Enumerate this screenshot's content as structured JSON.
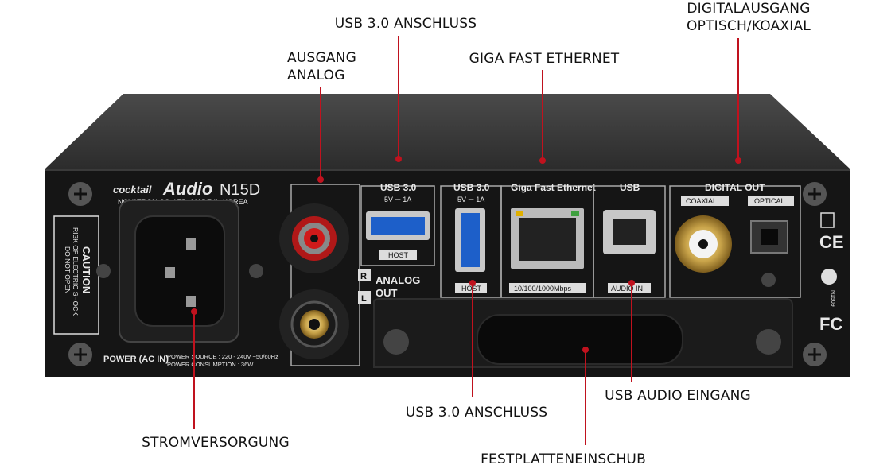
{
  "device": {
    "brand_small": "cocktail",
    "brand_main": "Audio",
    "model": "N15D",
    "maker": "NOVATRON CO.,LTD.  MADE IN KOREA",
    "caution_title": "CAUTION",
    "caution_text_1": "RISK OF ELECTRIC SHOCK",
    "caution_text_2": "DO NOT OPEN",
    "power_label": "POWER (AC IN)",
    "power_source": "POWER SOURCE : 220 - 240V ~50/60Hz",
    "power_consumption": "POWER CONSUMPTION : 36W",
    "usb30_a_title": "USB 3.0",
    "usb30_a_spec": "5V ⎓ 1A",
    "usb30_a_host": "HOST",
    "usb30_b_title": "USB 3.0",
    "usb30_b_spec": "5V ⎓ 1A",
    "usb30_b_host": "HOST",
    "ethernet_title": "Giga Fast Ethernet",
    "ethernet_speed": "10/100/1000Mbps",
    "usb_title": "USB",
    "usb_audio_in": "AUDIO IN",
    "digital_out_title": "DIGITAL OUT",
    "coaxial_label": "COAXIAL",
    "optical_label": "OPTICAL",
    "analog_r": "R",
    "analog_l": "L",
    "analog_out_1": "ANALOG",
    "analog_out_2": "OUT",
    "ce_mark": "CE",
    "fc_mark": "FC",
    "cert_code": "N1509"
  },
  "callouts": {
    "usb_top_1": "USB 3.0 ANSCHLUSS",
    "digital_line1": "DIGITALAUSGANG",
    "digital_line2": "OPTISCH/KOAXIAL",
    "analog_line1": "AUSGANG",
    "analog_line2": "ANALOG",
    "ethernet": "GIGA FAST ETHERNET",
    "power": "STROMVERSORGUNG",
    "usb_bottom": "USB 3.0 ANSCHLUSS",
    "usb_audio": "USB AUDIO EINGANG",
    "hdd": "FESTPLATTENEINSCHUB"
  },
  "colors": {
    "leader_line": "#c0121e",
    "chassis": "#2a2a2a",
    "panel": "#141414"
  }
}
